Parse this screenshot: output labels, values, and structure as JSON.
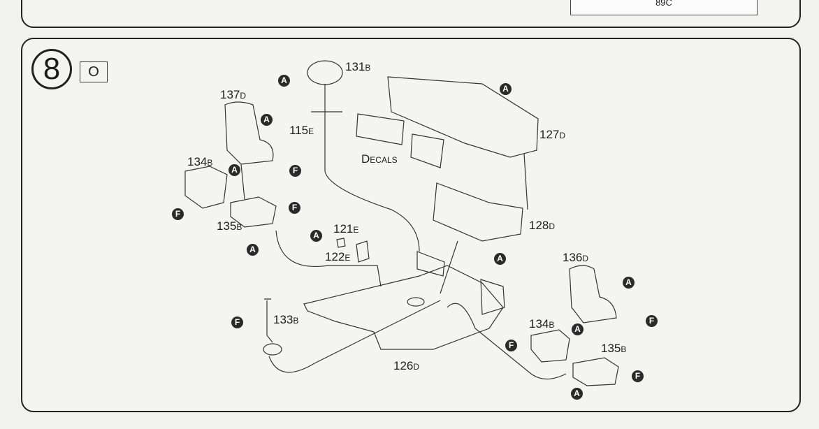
{
  "top_panel": {
    "part_label": "89C"
  },
  "step": {
    "number": "8",
    "box_letter": "O"
  },
  "parts": [
    {
      "num": "131",
      "sub": "B"
    },
    {
      "num": "137",
      "sub": "D"
    },
    {
      "num": "115",
      "sub": "E"
    },
    {
      "num": "127",
      "sub": "D"
    },
    {
      "num": "134",
      "sub": "B"
    },
    {
      "num": "135",
      "sub": "B"
    },
    {
      "num": "121",
      "sub": "E"
    },
    {
      "num": "122",
      "sub": "E"
    },
    {
      "num": "128",
      "sub": "D"
    },
    {
      "num": "136",
      "sub": "D"
    },
    {
      "num": "133",
      "sub": "B"
    },
    {
      "num": "126",
      "sub": "D"
    },
    {
      "num": "134",
      "sub": "B"
    },
    {
      "num": "135",
      "sub": "B"
    }
  ],
  "decals": {
    "first": "D",
    "rest": "ECALS"
  },
  "markers": {
    "a": "A",
    "f": "F"
  }
}
